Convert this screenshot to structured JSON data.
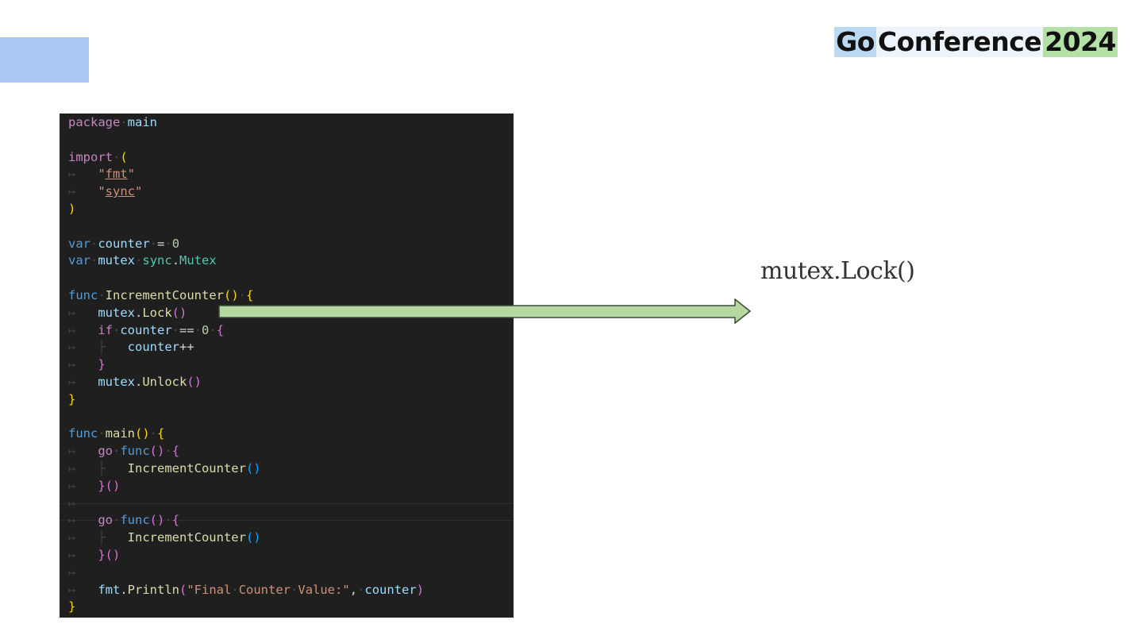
{
  "brand": {
    "part1": "Go",
    "part2": "Conference",
    "part3": "2024"
  },
  "code": {
    "lines": [
      "package main",
      "",
      "import (",
      "\"fmt\"",
      "\"sync\"",
      ")",
      "",
      "var counter = 0",
      "var mutex sync.Mutex",
      "",
      "func IncrementCounter() {",
      "mutex.Lock()",
      "if counter == 0 {",
      "counter++",
      "}",
      "mutex.Unlock()",
      "}",
      "",
      "func main() {",
      "go func() {",
      "IncrementCounter()",
      "}()",
      "",
      "go func() {",
      "IncrementCounter()",
      "}()",
      "",
      "fmt.Println(\"Final Counter Value:\", counter)",
      "}"
    ]
  },
  "annotation": {
    "label": "mutex.Lock()"
  },
  "colors": {
    "accent": "#a8c7f5",
    "arrow_fill": "#b5d8a0",
    "arrow_stroke": "#3a4a33",
    "editor_bg": "#1f1f1f"
  }
}
